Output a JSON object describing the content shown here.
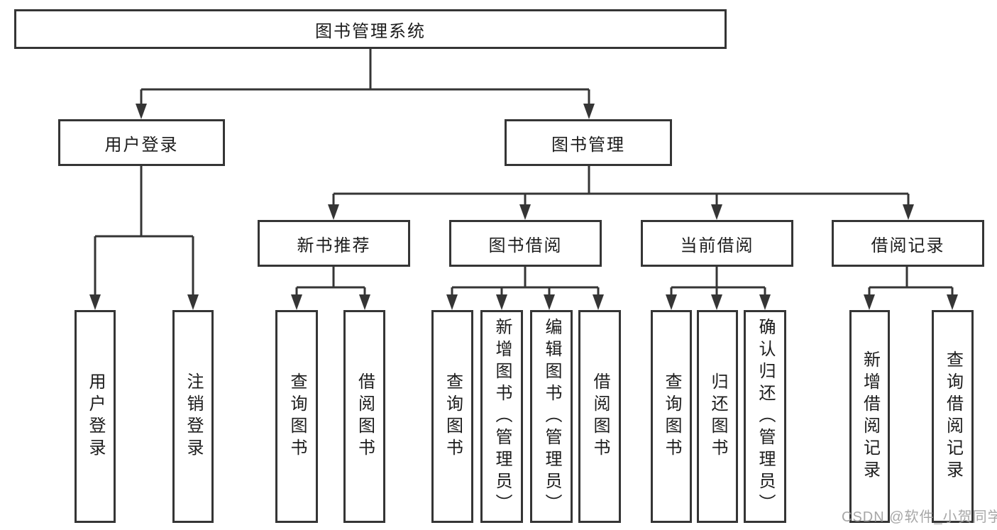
{
  "tree": {
    "root": {
      "label": "图书管理系统",
      "children": [
        {
          "label": "用户登录",
          "children": [
            {
              "label": "用户登录"
            },
            {
              "label": "注销登录"
            }
          ]
        },
        {
          "label": "图书管理",
          "children": [
            {
              "label": "新书推荐",
              "children": [
                {
                  "label": "查询图书"
                },
                {
                  "label": "借阅图书"
                }
              ]
            },
            {
              "label": "图书借阅",
              "children": [
                {
                  "label": "查询图书"
                },
                {
                  "label": "新增图书（管理员）"
                },
                {
                  "label": "编辑图书（管理员）"
                },
                {
                  "label": "借阅图书"
                }
              ]
            },
            {
              "label": "当前借阅",
              "children": [
                {
                  "label": "查询图书"
                },
                {
                  "label": "归还图书"
                },
                {
                  "label": "确认归还（管理员）"
                }
              ]
            },
            {
              "label": "借阅记录",
              "children": [
                {
                  "label": "新增借阅记录"
                },
                {
                  "label": "查询借阅记录"
                }
              ]
            }
          ]
        }
      ]
    }
  },
  "watermark": {
    "text": "CSDN @软件_小贺同学"
  },
  "colors": {
    "line": "#353535",
    "box_fill": "#ffffff",
    "text": "#1c1c1c",
    "watermark": "#a0a0a0"
  }
}
